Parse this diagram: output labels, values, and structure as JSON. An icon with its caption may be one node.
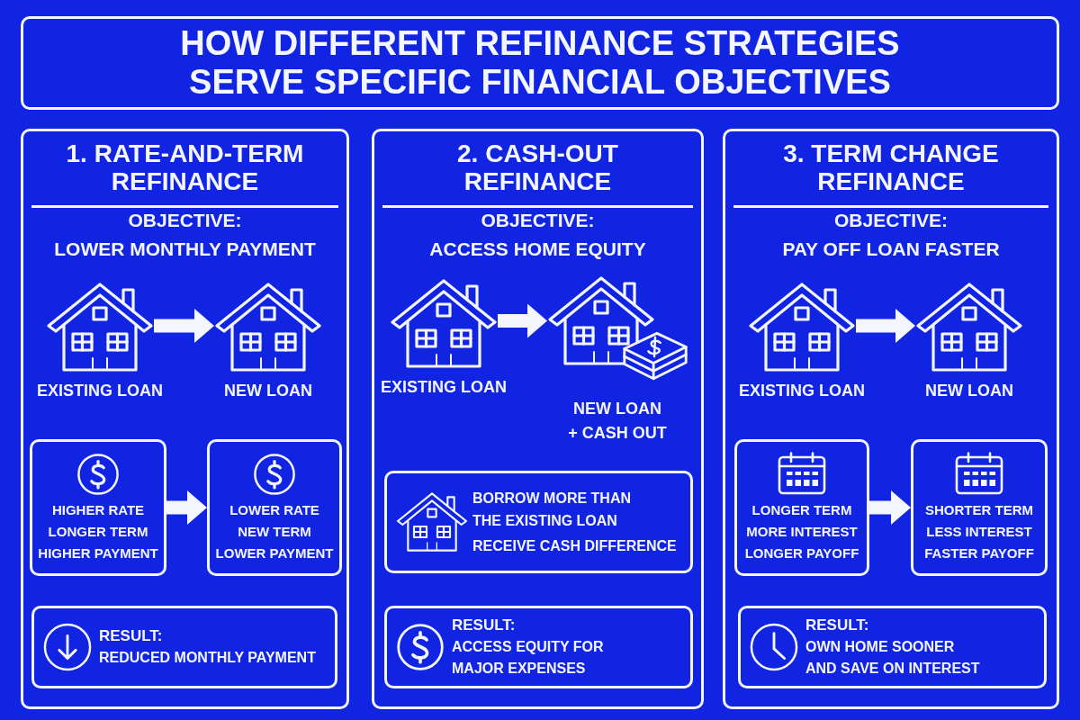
{
  "diagram": {
    "title": "HOW DIFFERENT REFINANCE STRATEGIES SERVE SPECIFIC FINANCIAL OBJECTIVES",
    "nodes": [
      {
        "text": [
          "1. RATE-AND-TERM REFINANCE",
          "OBJECTIVE:",
          "LOWER MONTHLY PAYMENT"
        ]
      },
      {
        "text": [
          "EXISTING LOAN"
        ],
        "in": 0
      },
      {
        "text": [
          "NEW LOAN"
        ],
        "in": 0
      },
      {
        "text": [
          "HIGHER RATE",
          "LONGER TERM",
          "HIGHER PAYMENT"
        ],
        "in": 0
      },
      {
        "text": [
          "LOWER RATE",
          "NEW TERM",
          "LOWER PAYMENT"
        ],
        "in": 0
      },
      {
        "text": [
          "RESULT:",
          "REDUCED MONTHLY PAYMENT"
        ],
        "in": 0
      },
      {
        "text": [
          "2. CASH-OUT REFINANCE",
          "OBJECTIVE:",
          "ACCESS HOME EQUITY"
        ]
      },
      {
        "text": [
          "EXISTING LOAN"
        ],
        "in": 6
      },
      {
        "text": [
          "NEW LOAN + CASH OUT"
        ],
        "in": 6
      },
      {
        "text": [
          "BORROW MORE THAN THE EXISTING LOAN",
          "RECEIVE CASH DIFFERENCE"
        ],
        "in": 6
      },
      {
        "text": [
          "RESULT:",
          "ACCESS EQUITY FOR MAJOR EXPENSES"
        ],
        "in": 6
      },
      {
        "text": [
          "3. TERM CHANGE REFINANCE",
          "OBJECTIVE:",
          "PAY OFF LOAN FASTER"
        ]
      },
      {
        "text": [
          "EXISTING LOAN"
        ],
        "in": 11
      },
      {
        "text": [
          "NEW LOAN"
        ],
        "in": 11
      },
      {
        "text": [
          "LONGER TERM",
          "MORE INTEREST",
          "LONGER PAYOFF"
        ],
        "in": 11
      },
      {
        "text": [
          "SHORTER TERM",
          "LESS INTEREST",
          "FASTER PAYOFF"
        ],
        "in": 11
      },
      {
        "text": [
          "RESULT:",
          "OWN HOME SOONER AND SAVE ON INTEREST"
        ],
        "in": 11
      }
    ],
    "edges": [
      {
        "from": 1,
        "to": 2,
        "arrow": "to"
      },
      {
        "from": 3,
        "to": 4,
        "arrow": "to"
      },
      {
        "from": 7,
        "to": 8,
        "arrow": "to"
      },
      {
        "from": 12,
        "to": 13,
        "arrow": "to"
      },
      {
        "from": 14,
        "to": 15,
        "arrow": "to"
      }
    ]
  }
}
